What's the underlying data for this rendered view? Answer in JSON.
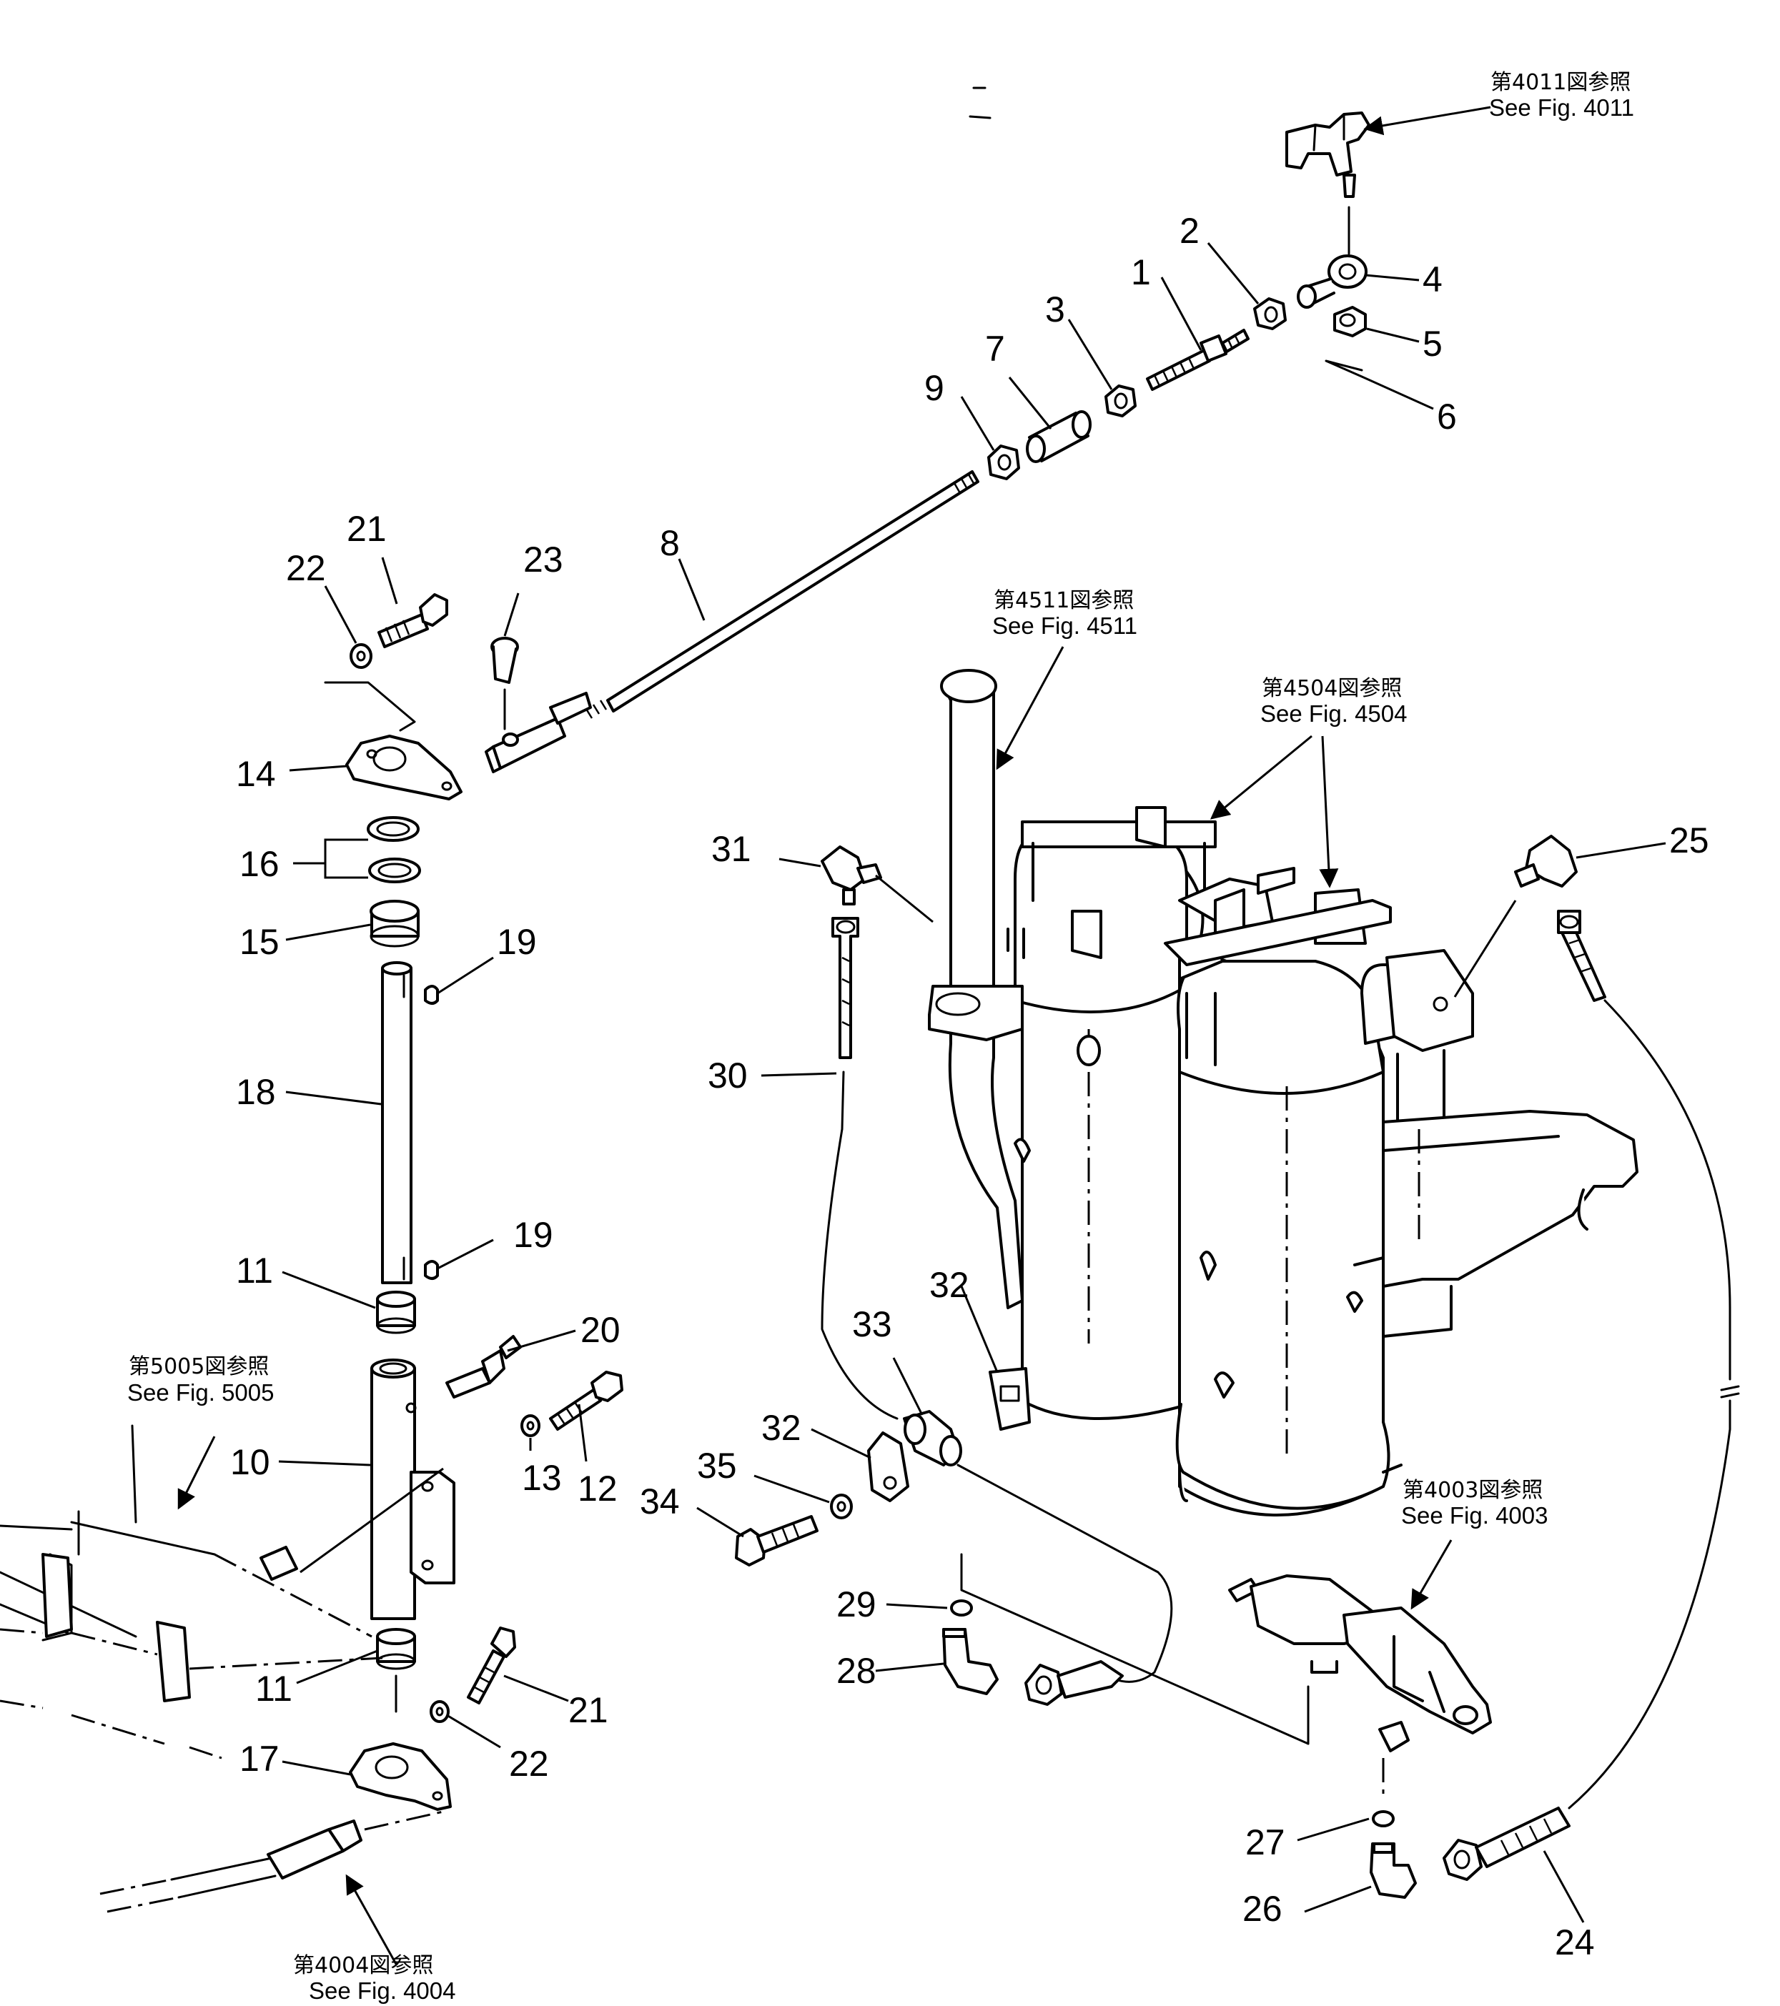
{
  "part_labels": {
    "p1": "1",
    "p2": "2",
    "p3": "3",
    "p4": "4",
    "p5": "5",
    "p6": "6",
    "p7": "7",
    "p8": "8",
    "p9": "9",
    "p10": "10",
    "p11a": "11",
    "p11b": "11",
    "p12": "12",
    "p13": "13",
    "p14": "14",
    "p15": "15",
    "p16": "16",
    "p17": "17",
    "p18": "18",
    "p19a": "19",
    "p19b": "19",
    "p20": "20",
    "p21a": "21",
    "p21b": "21",
    "p22a": "22",
    "p22b": "22",
    "p23": "23",
    "p24": "24",
    "p25": "25",
    "p26": "26",
    "p27": "27",
    "p28": "28",
    "p29": "29",
    "p30": "30",
    "p31": "31",
    "p32a": "32",
    "p32b": "32",
    "p33": "33",
    "p34": "34",
    "p35": "35"
  },
  "references": {
    "fig4011": {
      "jp": "第4011図参照",
      "en": "See  Fig.  4011"
    },
    "fig4511": {
      "jp": "第4511図参照",
      "en": "See  Fig.  4511"
    },
    "fig4504": {
      "jp": "第4504図参照",
      "en": "See  Fig.  4504"
    },
    "fig5005": {
      "jp": "第5005図参照",
      "en": "See  Fig.  5005"
    },
    "fig4003": {
      "jp": "第4003図参照",
      "en": "See  Fig.  4003"
    },
    "fig4004": {
      "jp": "第4004図参照",
      "en": "See  Fig.  4004"
    }
  }
}
